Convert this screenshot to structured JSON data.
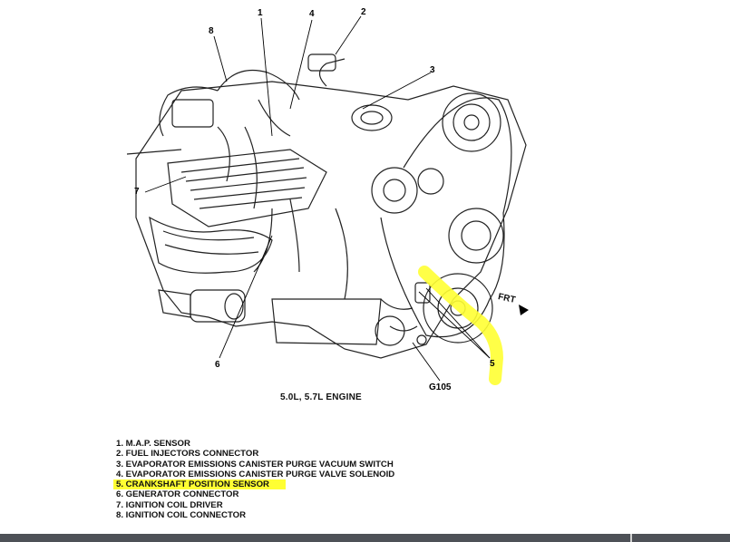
{
  "callouts": {
    "c1": "1",
    "c2": "2",
    "c3": "3",
    "c4": "4",
    "c5": "5",
    "c6": "6",
    "c7": "7",
    "c8": "8",
    "g105": "G105",
    "frt": "FRT"
  },
  "caption": "5.0L, 5.7L ENGINE",
  "legend": [
    "1. M.A.P. SENSOR",
    "2. FUEL INJECTORS CONNECTOR",
    "3. EVAPORATOR EMISSIONS CANISTER PURGE VACUUM SWITCH",
    "4. EVAPORATOR EMISSIONS CANISTER PURGE VALVE SOLENOID",
    "5. CRANKSHAFT POSITION SENSOR",
    "6. GENERATOR CONNECTOR",
    "7. IGNITION COIL DRIVER",
    "8. IGNITION COIL CONNECTOR"
  ],
  "highlight_color": "#ffff33"
}
